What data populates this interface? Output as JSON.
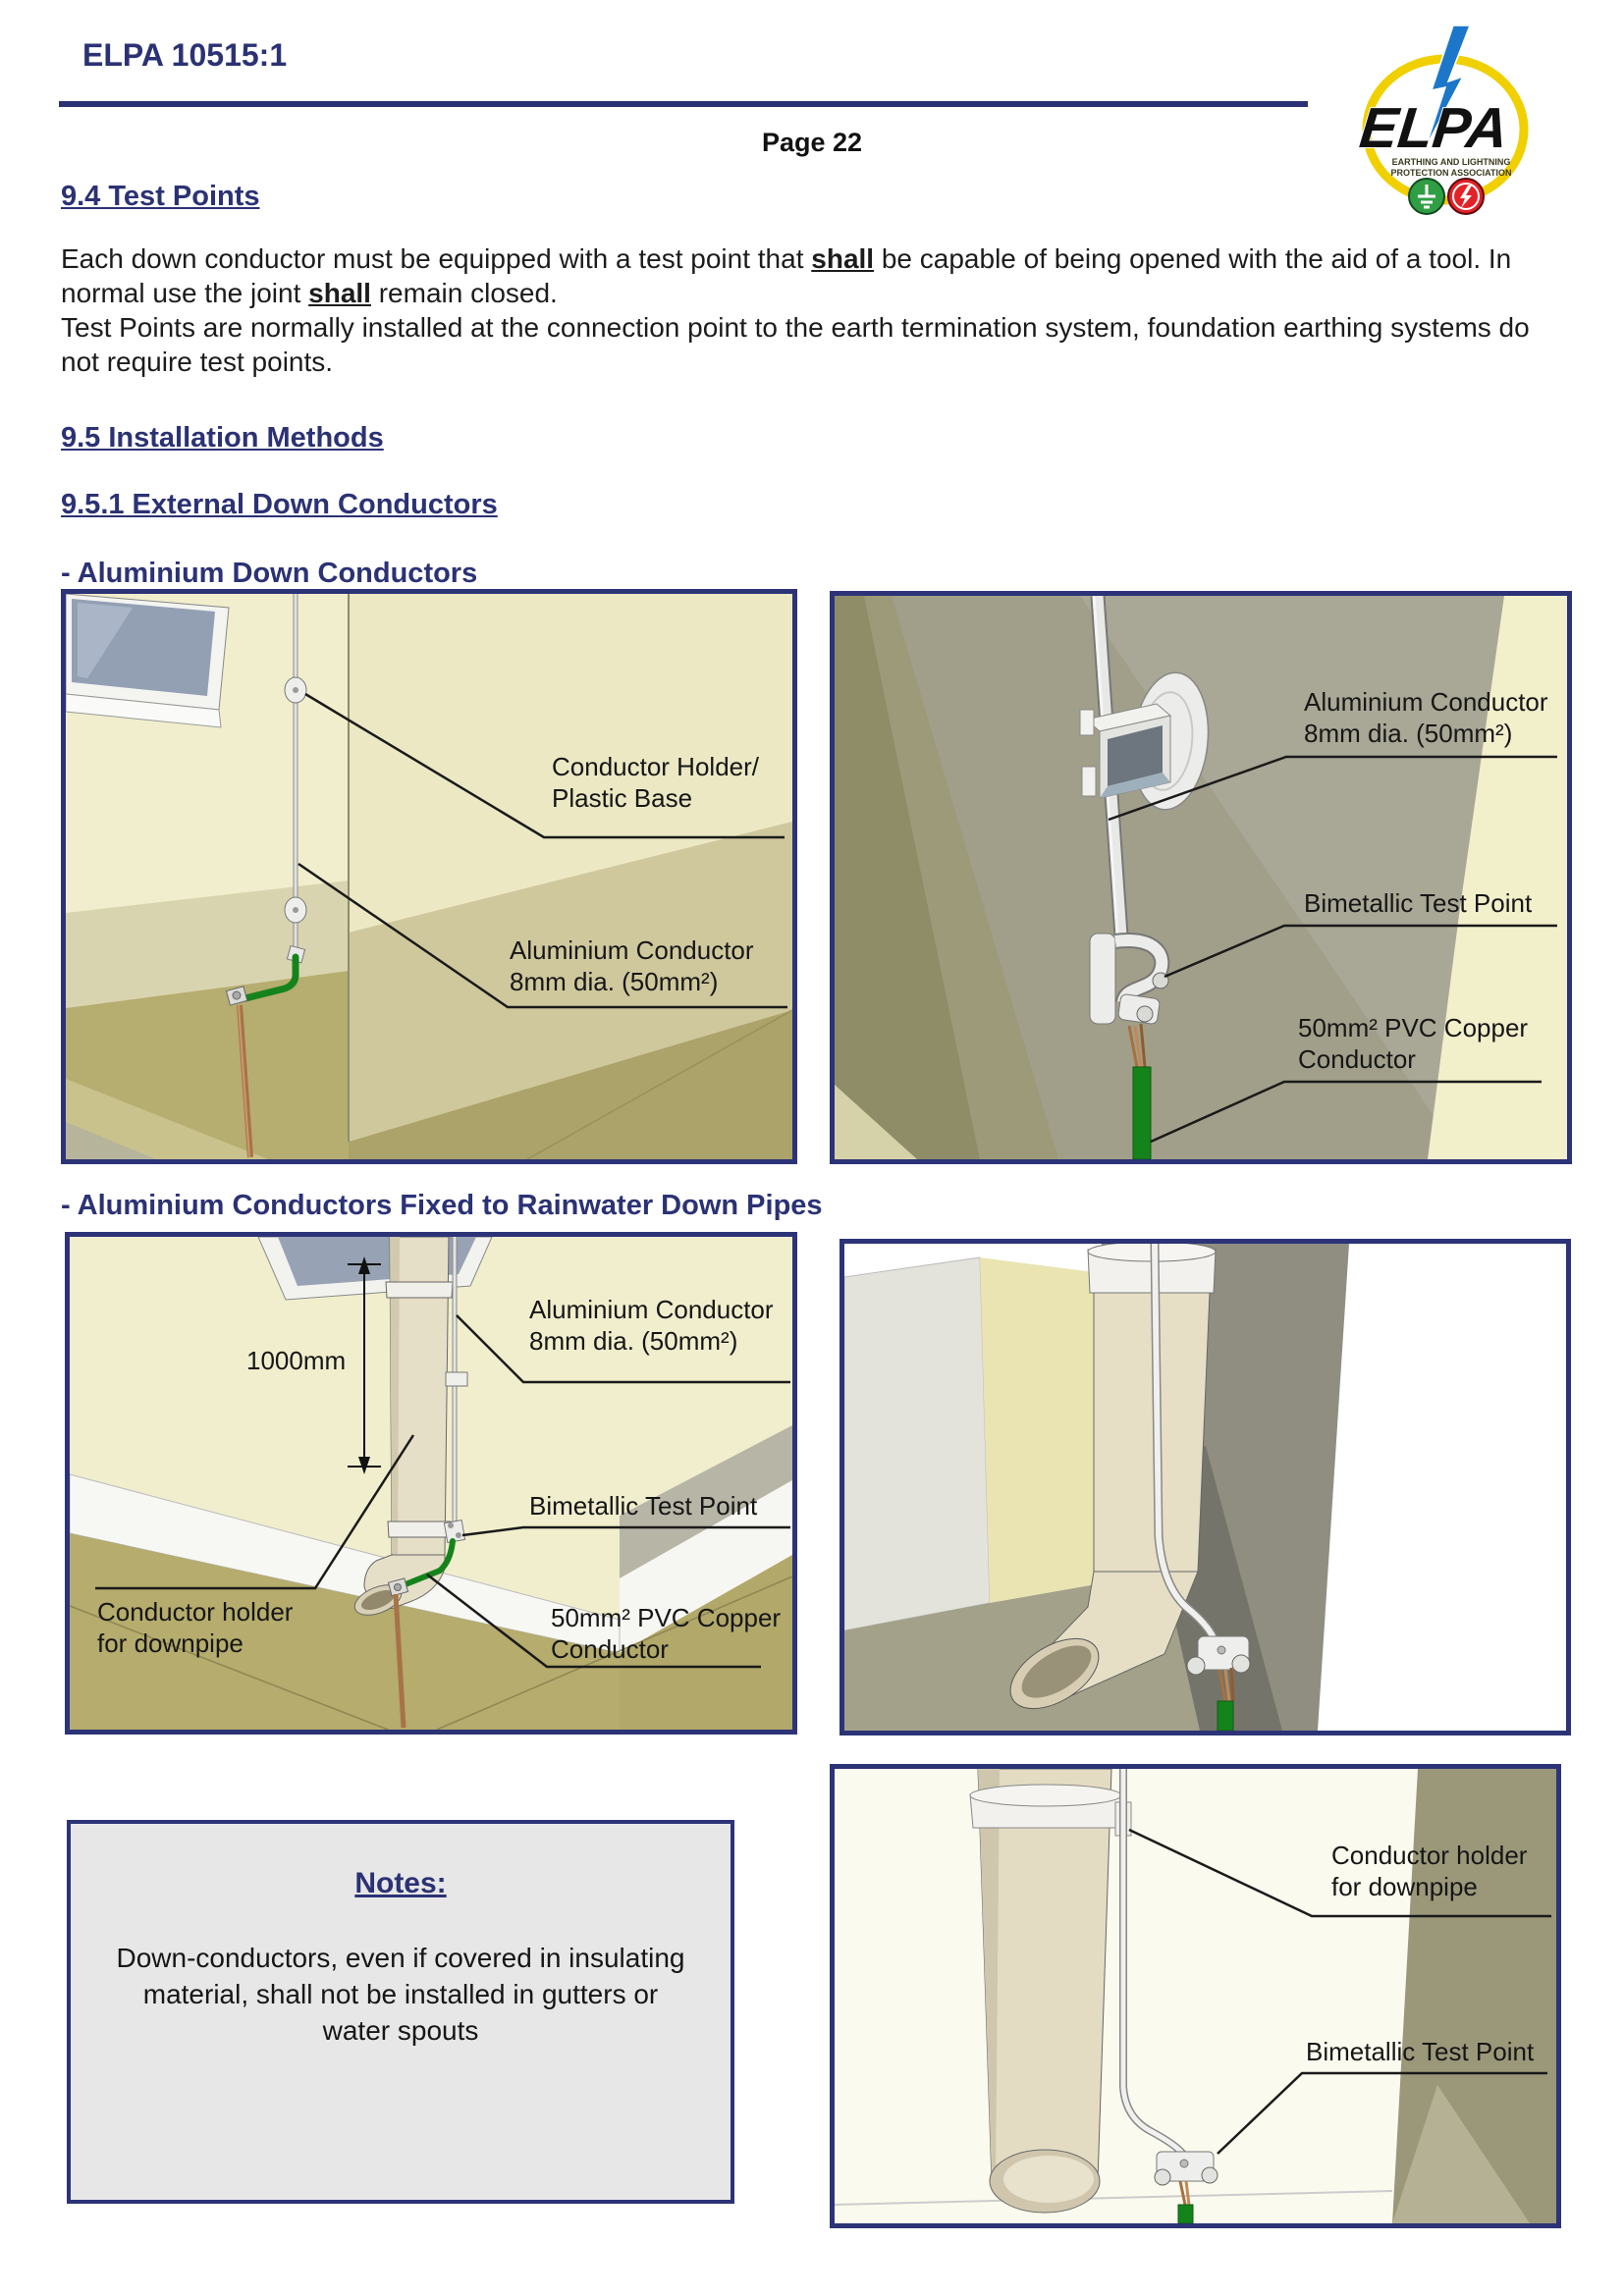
{
  "header": {
    "doc_code": "ELPA 10515:1",
    "page_label": "Page 22"
  },
  "logo": {
    "brand": "ELPA",
    "tagline_line1": "EARTHING AND LIGHTNING",
    "tagline_line2": "PROTECTION ASSOCIATION"
  },
  "sections": {
    "s94_title": "9.4 Test Points",
    "s95_title": "9.5 Installation Methods",
    "s951_title": "9.5.1 External Down Conductors",
    "sub_aluminium": "- Aluminium Down Conductors",
    "sub_rainwater": "- Aluminium Conductors Fixed to Rainwater Down Pipes"
  },
  "body": {
    "p1": [
      {
        "text": "Each down conductor must be equipped with a test point that "
      },
      {
        "text": "shall",
        "emphasis": true
      },
      {
        "text": " be capable of being opened with the aid of a tool. In normal use the joint "
      },
      {
        "text": "shall",
        "emphasis": true
      },
      {
        "text": " remain closed."
      }
    ],
    "p2": "Test Points are normally installed at the connection point to the earth termination system, foundation earthing systems do not require test points."
  },
  "figures": {
    "fig1": {
      "label_holder": "Conductor Holder/\nPlastic Base",
      "label_conductor": "Aluminium Conductor\n8mm dia. (50mm²)"
    },
    "fig2": {
      "label_conductor": "Aluminium Conductor\n8mm dia. (50mm²)",
      "label_test_point": "Bimetallic Test Point",
      "label_copper": "50mm² PVC Copper\nConductor"
    },
    "fig3": {
      "label_dimension": "1000mm",
      "label_conductor": "Aluminium Conductor\n8mm dia. (50mm²)",
      "label_test_point": "Bimetallic Test Point",
      "label_holder": "Conductor holder\nfor downpipe",
      "label_copper": "50mm² PVC Copper\nConductor"
    },
    "fig5": {
      "label_holder": "Conductor holder\nfor downpipe",
      "label_test_point": "Bimetallic Test Point"
    }
  },
  "notes": {
    "title": "Notes:",
    "body": "Down-conductors, even if covered in insulating\nmaterial, shall not be installed in gutters or\nwater spouts"
  },
  "colors": {
    "heading_navy": "#2b3274",
    "figure_border": "#2c3377",
    "notes_background": "#e7e7e7",
    "wall_cream": "#f1eecd",
    "wall_olive": "#b1a86a",
    "wall_grey": "#a9a795",
    "pipe_beige": "#e3dcc3",
    "conductor_green": "#15831c",
    "conductor_copper": "#a87247",
    "logo_yellow": "#f0d000",
    "logo_blue": "#1c77c9",
    "badge_green": "#2f9e44",
    "badge_red": "#e32227"
  }
}
